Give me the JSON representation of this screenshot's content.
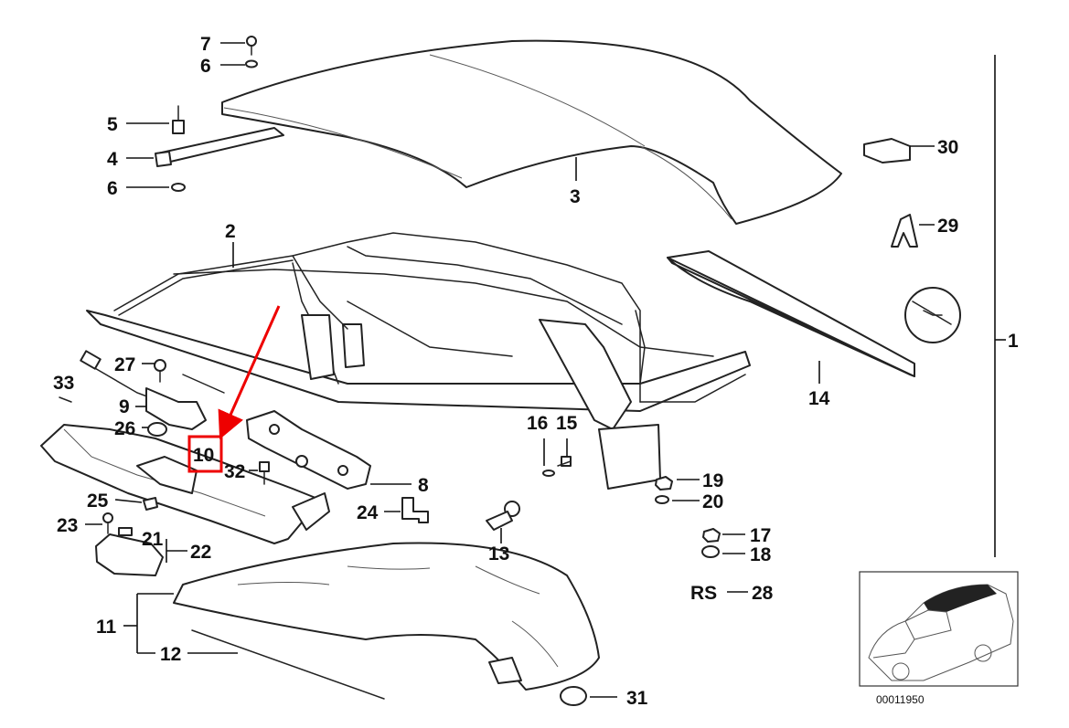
{
  "callouts": {
    "c1": "1",
    "c2": "2",
    "c3": "3",
    "c4": "4",
    "c5": "5",
    "c6a": "6",
    "c6b": "6",
    "c7": "7",
    "c8": "8",
    "c9": "9",
    "c10": "10",
    "c11": "11",
    "c12": "12",
    "c13": "13",
    "c14": "14",
    "c15": "15",
    "c16": "16",
    "c17": "17",
    "c18": "18",
    "c19": "19",
    "c20": "20",
    "c21": "21",
    "c22": "22",
    "c23": "23",
    "c24": "24",
    "c25": "25",
    "c26": "26",
    "c27": "27",
    "c28": "28",
    "c29": "29",
    "c30": "30",
    "c31": "31",
    "c32": "32",
    "c33": "33",
    "rs": "RS"
  },
  "highlight": {
    "label": "10",
    "color": "#e00000"
  },
  "diagram_code": "00011950"
}
